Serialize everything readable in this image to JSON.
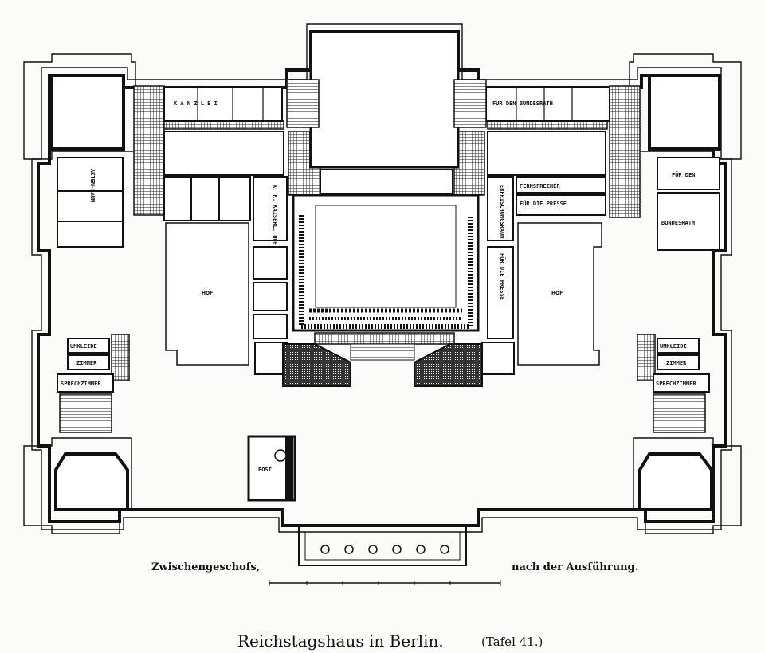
{
  "title": "Reichstagshaus in Berlin.",
  "plate_ref": "(Tafel 41.)",
  "caption_left": "Zwischengeschofs,",
  "caption_right": "nach der Ausführung.",
  "rooms": {
    "kanzlei": "K A N Z L E I",
    "fuer_den_bundesrath_top": "FÜR DEN BUNDESRATH",
    "akten_raum": "AKTEN-RAUM",
    "k_kaiserl_hof": "K. K. KAISERL. HOF",
    "erfrischungsraum": "ERFRISCHUNGSRAUM",
    "fernsprecher": "FERNSPRECHER",
    "fuer_die_presse_h": "FÜR DIE PRESSE",
    "fuer_die_presse_v": "FÜR DIE PRESSE",
    "fuer_den": "FÜR DEN",
    "bundesrath": "BUNDESRATH",
    "hof_left": "HOF",
    "hof_right": "HOF",
    "umkleide_left": "UMKLEIDE",
    "zimmer_left": "ZIMMER",
    "sprechzimmer_left": "SPRECHZIMMER",
    "umkleide_right": "UMKLEIDE",
    "zimmer_right": "ZIMMER",
    "sprechzimmer_right": "SPRECHZIMMER",
    "post": "POST"
  }
}
